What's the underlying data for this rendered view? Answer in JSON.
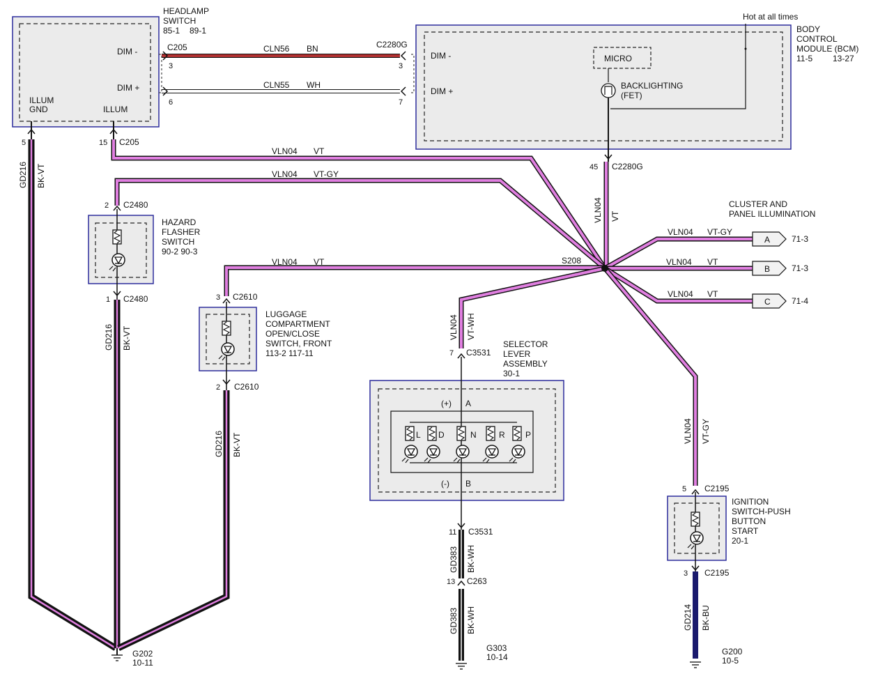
{
  "colors": {
    "violet": "#e07fe0",
    "brown": "#b03030",
    "black": "#111111",
    "blue": "#1a1a6e",
    "box_fill": "#ebebeb",
    "box_border": "#2c2c9c"
  },
  "headlamp": {
    "title1": "HEADLAMP",
    "title2": "SWITCH",
    "ref1": "85-1",
    "ref2": "89-1",
    "dim_minus": "DIM -",
    "dim_plus": "DIM +",
    "illum_gnd1": "ILLUM",
    "illum_gnd2": "GND",
    "illum": "ILLUM"
  },
  "bcm": {
    "hot": "Hot at all times",
    "title1": "BODY",
    "title2": "CONTROL",
    "title3": "MODULE (BCM)",
    "ref1": "11-5",
    "ref2": "13-27",
    "dim_minus": "DIM -",
    "dim_plus": "DIM +",
    "micro": "MICRO",
    "backlight1": "BACKLIGHTING",
    "backlight2": "(FET)"
  },
  "wires": {
    "c205": "C205",
    "c205_pin3": "3",
    "c205_pin6": "6",
    "cln56": "CLN56",
    "bn": "BN",
    "cln55": "CLN55",
    "wh": "WH",
    "c2280g": "C2280G",
    "c2280g_pin3": "3",
    "c2280g_pin7": "7",
    "pin5": "5",
    "gd216": "GD216",
    "bkvt": "BK-VT",
    "pin15": "15",
    "c205b": "C205",
    "vln04": "VLN04",
    "vt": "VT",
    "vtgy": "VT-GY",
    "pin45": "45",
    "c2280g_b": "C2280G",
    "s208": "S208",
    "vtwh": "VT-WH"
  },
  "cluster": {
    "title1": "CLUSTER AND",
    "title2": "PANEL ILLUMINATION",
    "a": "A",
    "a_ref": "71-3",
    "b": "B",
    "b_ref": "71-3",
    "c": "C",
    "c_ref": "71-4"
  },
  "hazard": {
    "pin_top": "2",
    "c_top": "C2480",
    "title1": "HAZARD",
    "title2": "FLASHER",
    "title3": "SWITCH",
    "ref": "90-2   90-3",
    "pin_bot": "1",
    "c_bot": "C2480"
  },
  "luggage": {
    "pin_top": "3",
    "c_top": "C2610",
    "title1": "LUGGAGE",
    "title2": "COMPARTMENT",
    "title3": "OPEN/CLOSE",
    "title4": "SWITCH, FRONT",
    "ref": "113-2   117-11",
    "pin_bot": "2",
    "c_bot": "C2610"
  },
  "selector": {
    "pin_top": "7",
    "c_top": "C3531",
    "title1": "SELECTOR",
    "title2": "LEVER",
    "title3": "ASSEMBLY",
    "ref": "30-1",
    "plus": "(+)",
    "a": "A",
    "minus": "(-)",
    "b": "B",
    "gears": [
      "L",
      "D",
      "N",
      "R",
      "P"
    ],
    "pin11": "11",
    "c3531": "C3531",
    "gd383": "GD383",
    "bkwh": "BK-WH",
    "pin13": "13",
    "c263": "C263",
    "gd383b": "GD383",
    "bkwh2": "BK-WH",
    "g303": "G303",
    "g303_ref": "10-14"
  },
  "ignition": {
    "pin_top": "5",
    "c_top": "C2195",
    "title1": "IGNITION",
    "title2": "SWITCH-PUSH",
    "title3": "BUTTON",
    "title4": "START",
    "ref": "20-1",
    "pin_bot": "3",
    "c_bot": "C2195",
    "gd214": "GD214",
    "bkbu": "BK-BU",
    "g200": "G200",
    "g200_ref": "10-5"
  },
  "ground_left": {
    "g202": "G202",
    "ref": "10-11"
  }
}
